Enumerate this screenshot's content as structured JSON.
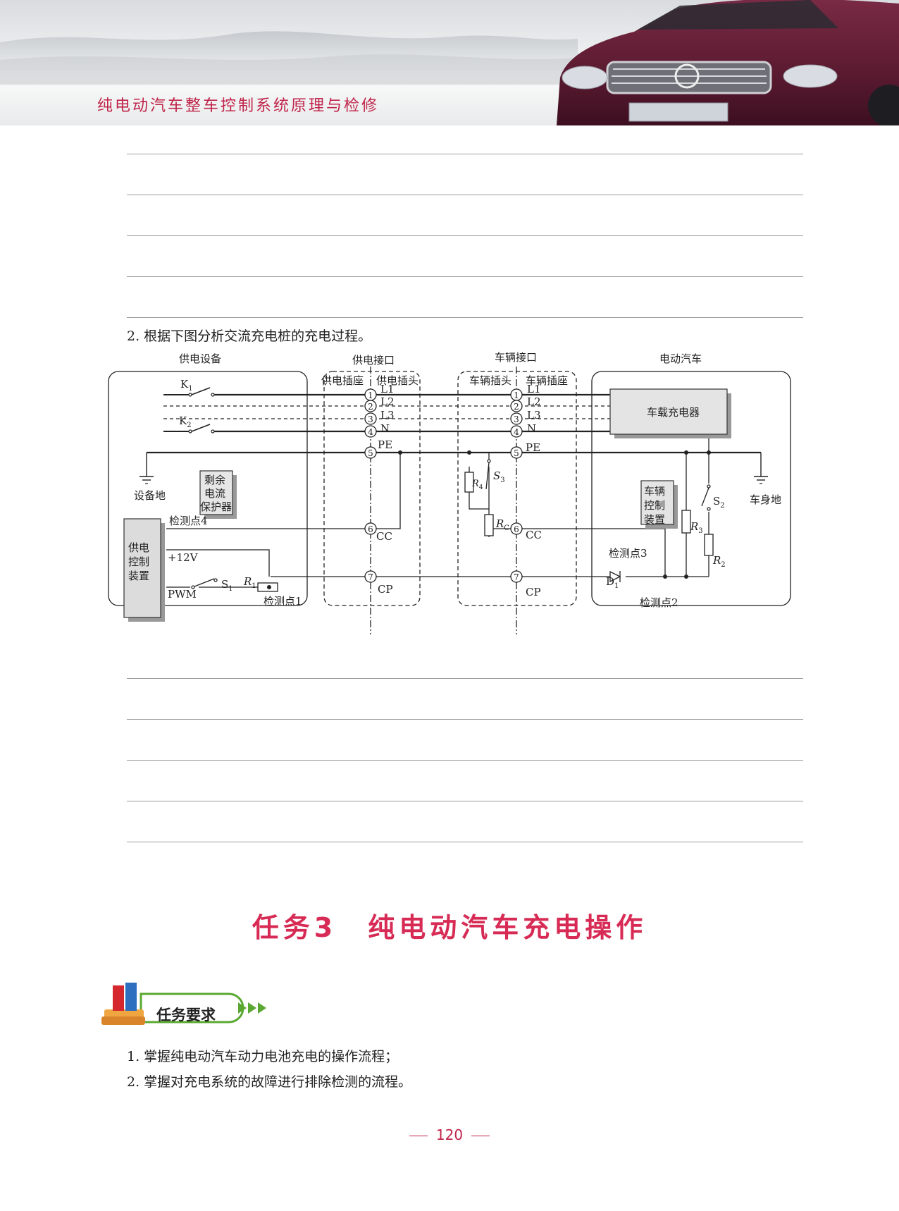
{
  "header": {
    "book_title": "纯电动汽车整车控制系统原理与检修"
  },
  "question": {
    "text": "2. 根据下图分析交流充电桩的充电过程。"
  },
  "diagram": {
    "sections": {
      "supply_equipment": "供电设备",
      "supply_interface": "供电接口",
      "vehicle_interface": "车辆接口",
      "electric_vehicle": "电动汽车"
    },
    "sub_sections": {
      "supply_socket": "供电插座",
      "supply_plug": "供电插头",
      "vehicle_plug": "车辆插头",
      "vehicle_socket": "车辆插座"
    },
    "pins": [
      "1",
      "2",
      "3",
      "4",
      "5",
      "6",
      "7"
    ],
    "pin_labels": [
      "L1",
      "L2",
      "L3",
      "N",
      "PE",
      "CC",
      "CP"
    ],
    "pin_labels_right": [
      "L1",
      "L2",
      "L3",
      "N",
      "PE",
      "CC",
      "CP"
    ],
    "left": {
      "k1": "K",
      "k1_sub": "1",
      "k2": "K",
      "k2_sub": "2",
      "equipment_ground": "设备地",
      "rcd": [
        "剩余",
        "电流",
        "保护器"
      ],
      "detect4": "检测点4",
      "controller": [
        "供电",
        "控制",
        "装置"
      ],
      "plus12v": "+12V",
      "pwm": "PWM",
      "s1": "S",
      "s1_sub": "1",
      "r1": "R",
      "r1_sub": "1",
      "detect1": "检测点1"
    },
    "middle": {
      "r4": "R",
      "r4_sub": "4",
      "s3": "S",
      "s3_sub": "3",
      "rc": "R",
      "rc_sub": "C"
    },
    "right": {
      "charger": "车载充电器",
      "body_ground": "车身地",
      "vehicle_controller": [
        "车辆",
        "控制",
        "装置"
      ],
      "detect3": "检测点3",
      "d1": "D",
      "d1_sub": "1",
      "detect2": "检测点2",
      "r3": "R",
      "r3_sub": "3",
      "s2": "S",
      "s2_sub": "2",
      "r2": "R",
      "r2_sub": "2"
    }
  },
  "task": {
    "title": "任务3　纯电动汽车充电操作"
  },
  "requirements": {
    "label": "任务要求",
    "items": [
      "1. 掌握纯电动汽车动力电池充电的操作流程；",
      "2. 掌握对充电系统的故障进行排除检测的流程。"
    ]
  },
  "page": {
    "number": "120"
  },
  "colors": {
    "accent": "#d72b55",
    "header_text": "#c0244a"
  }
}
